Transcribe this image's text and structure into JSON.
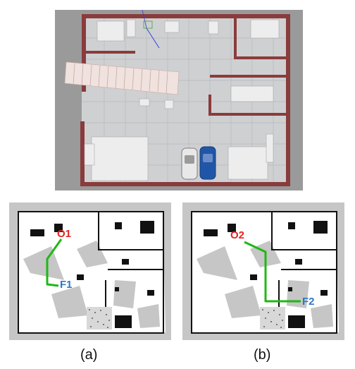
{
  "maps": [
    {
      "caption": "(a)",
      "origin_label": "O1",
      "goal_label": "F1"
    },
    {
      "caption": "(b)",
      "origin_label": "O2",
      "goal_label": "F2"
    }
  ],
  "colors": {
    "origin_label": "#e32424",
    "goal_label": "#2a78c8",
    "path": "#1fb814",
    "map_background": "#c6c6c6",
    "sim_background": "#9a9a9a",
    "sim_floor": "#cfd0d2",
    "sim_wall": "#8a3b3b",
    "car_blue": "#2056a8",
    "car_white": "#e8e8e8"
  }
}
